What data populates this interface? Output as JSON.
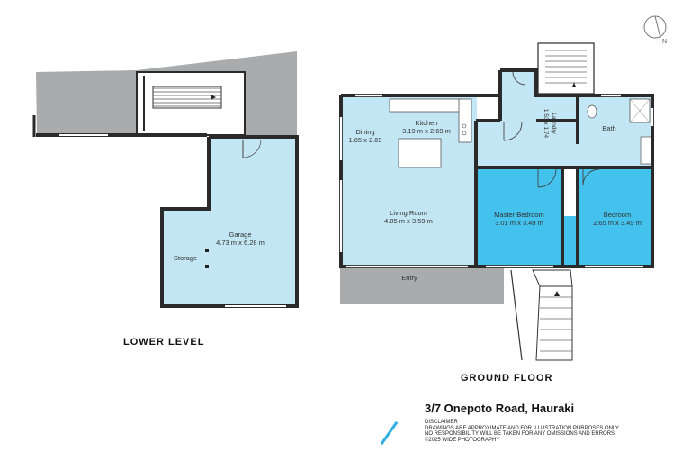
{
  "colors": {
    "room_fill": "#c3e6f5",
    "bedroom_fill": "#43c2ee",
    "outdoor_fill": "#a9abad",
    "wall": "#2a2a2a",
    "accent": "#33aee0"
  },
  "lower_level": {
    "title": "LOWER LEVEL",
    "rooms": {
      "garage": {
        "name": "Garage",
        "dims": "4.73 m x 6.28 m"
      },
      "storage": {
        "name": "Storage"
      }
    }
  },
  "ground_floor": {
    "title": "GROUND FLOOR",
    "rooms": {
      "kitchen": {
        "name": "Kitchen",
        "dims": "3.19 m x 2.69 m"
      },
      "dining": {
        "name": "Dining",
        "dims": "1.65 x 2.69"
      },
      "living": {
        "name": "Living Room",
        "dims": "4.85 m x 3.59 m"
      },
      "master": {
        "name": "Master Bedroom",
        "dims": "3.01 m x 3.49 m"
      },
      "bedroom": {
        "name": "Bedroom",
        "dims": "2.65 m x 3.49 m"
      },
      "laundry": {
        "name": "Laundry",
        "dims": "1.53 x 1.74"
      },
      "bath": {
        "name": "Bath"
      },
      "entry": {
        "name": "Entry"
      }
    }
  },
  "address": "3/7 Onepoto Road, Hauraki",
  "disclaimer": {
    "heading": "DISCLAIMER",
    "line1": "DRAWINGS ARE APPROXIMATE AND FOR ILLUSTRATION PURPOSES ONLY",
    "line2": "NO RESPONSIBILITY WILL BE TAKEN FOR ANY OMISSIONS AND ERRORS.",
    "line3": "©2025 WIDE PHOTOGRAPHY"
  },
  "compass": {
    "label": "N",
    "icon": "north-arrow-icon"
  }
}
